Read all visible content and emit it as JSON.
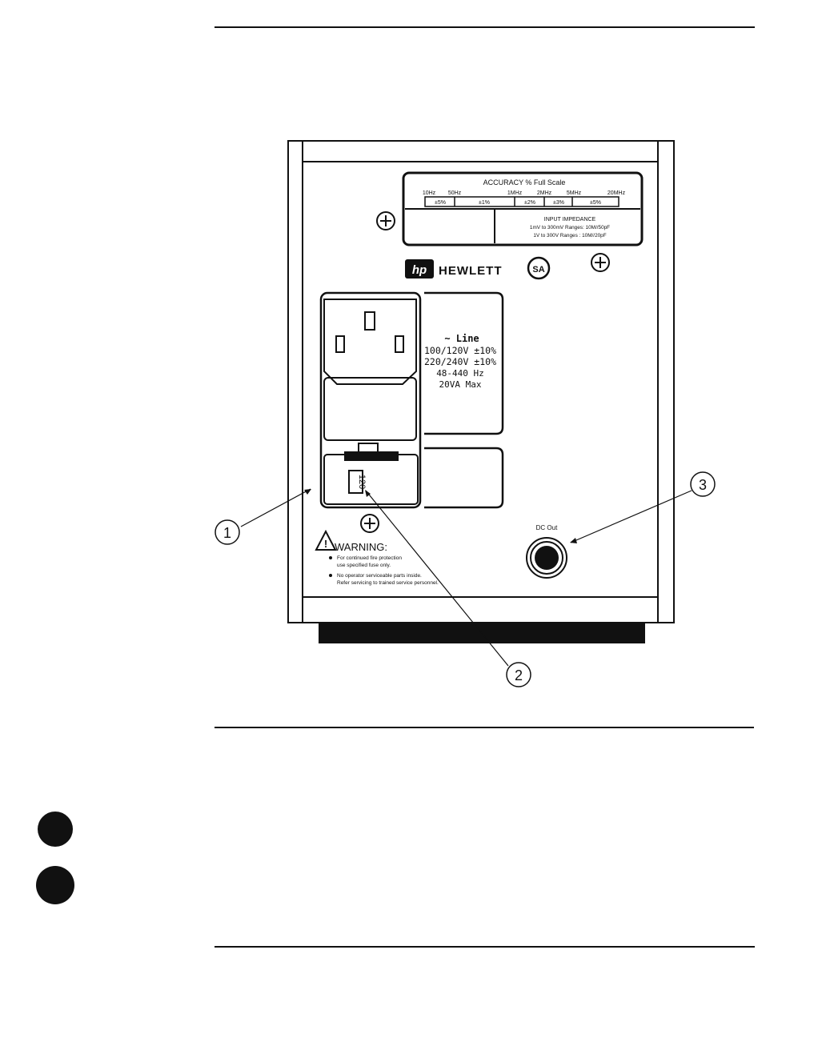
{
  "panel": {
    "accuracy": {
      "title": "ACCURACY % Full Scale",
      "freqs": [
        "10Hz",
        "50Hz",
        "1MHz",
        "2MHz",
        "5MHz",
        "20MHz"
      ],
      "values": [
        "±5%",
        "±1%",
        "±2%",
        "±3%",
        "±5%"
      ]
    },
    "impedance": {
      "title": "INPUT IMPEDANCE",
      "line1": "1mV to 300mV Ranges: 10M//50pF",
      "line2": "1V to 300V Ranges : 10M//20pF"
    },
    "logo": {
      "mark": "hp",
      "text": "HEWLETT"
    },
    "power": {
      "line0": "~ Line",
      "line1": "100/120V ±10%",
      "line2": "220/240V ±10%",
      "line3": "48-440 Hz",
      "line4": "20VA Max"
    },
    "selector": "120",
    "warning": {
      "title": "WARNING:",
      "b1a": "For continued fire protection",
      "b1b": "use specified fuse only.",
      "b2a": "No operator serviceable parts inside.",
      "b2b": "Refer servicing to trained service personnel."
    },
    "dc_out": "DC Out"
  },
  "callouts": [
    "1",
    "2",
    "3"
  ]
}
